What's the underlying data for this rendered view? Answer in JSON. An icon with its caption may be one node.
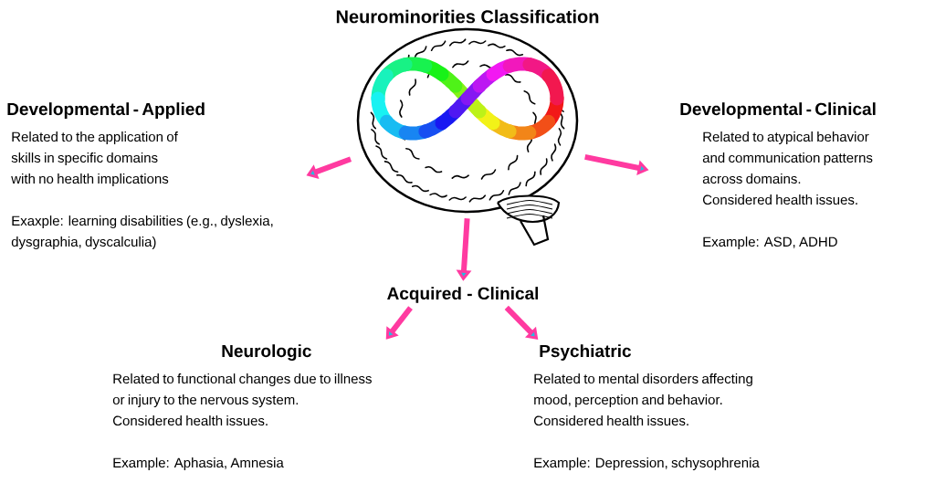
{
  "diagram": {
    "title": "Neurominorities Classification",
    "nodes": [
      {
        "text": [],
        "shape": "picture"
      },
      {
        "text": [
          "Developmental - Applied",
          "Related to the application of skills in specific domains with no health implications",
          "Exaxple: learning disabilities (e.g., dyslexia, dysgraphia, dyscalculia)"
        ]
      },
      {
        "text": [
          "Developmental - Clinical",
          "Related to atypical behavior and communication patterns across domains.",
          "Considered health issues.",
          "Example: ASD, ADHD"
        ]
      },
      {
        "text": [
          "Acquired - Clinical"
        ]
      },
      {
        "text": [
          "Neurologic",
          "Related to functional changes due to illness or injury to the nervous system.",
          "Considered health issues.",
          "Example: Aphasia, Amnesia"
        ]
      },
      {
        "text": [
          "Psychiatric",
          "Related to mental disorders affecting mood, perception and behavior.",
          "Considered health issues.",
          "Example: Depression, schysophrenia"
        ]
      }
    ],
    "edges": [
      {
        "from": 0,
        "to": 1,
        "arrow": "to"
      },
      {
        "from": 0,
        "to": 2,
        "arrow": "to"
      },
      {
        "from": 0,
        "to": 3,
        "arrow": "to"
      },
      {
        "from": 3,
        "to": 4,
        "arrow": "to"
      },
      {
        "from": 3,
        "to": 5,
        "arrow": "to"
      }
    ]
  }
}
